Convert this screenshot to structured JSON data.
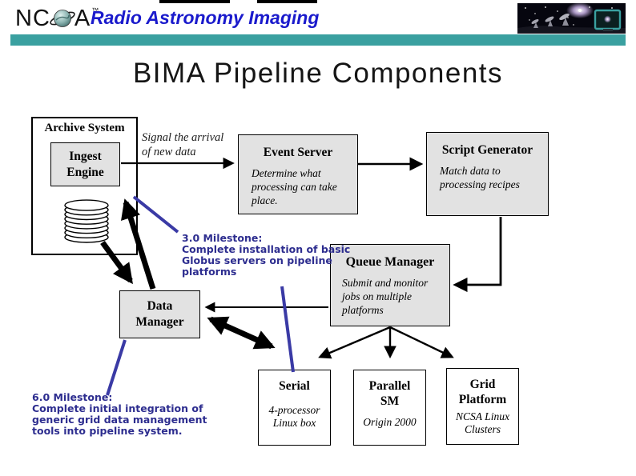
{
  "colors": {
    "header_blue": "#1A1ACC",
    "teal_bar": "#3AA0A0",
    "milestone_blue": "#2D2D8F",
    "callout_blue": "#3A3AA5",
    "box_gray": "#E2E2E2",
    "arrow_black": "#000000"
  },
  "header": {
    "brand_prefix": "NC",
    "brand_suffix": "A",
    "brand_tm": "™",
    "title": "Radio Astronomy Imaging"
  },
  "slide": {
    "title": "BIMA Pipeline Components"
  },
  "diagram": {
    "archive": {
      "label": "Archive System"
    },
    "ingest": {
      "line1": "Ingest",
      "line2": "Engine"
    },
    "signal_note": {
      "line1": "Signal the arrival",
      "line2": "of new data"
    },
    "event_server": {
      "title": "Event Server",
      "desc": "Determine what processing can take place."
    },
    "script_generator": {
      "title": "Script Generator",
      "desc": "Match data to processing recipes"
    },
    "queue_manager": {
      "title": "Queue Manager",
      "desc": "Submit and monitor jobs on multiple platforms"
    },
    "data_manager": {
      "line1": "Data",
      "line2": "Manager"
    },
    "milestone3": {
      "lines": [
        "3.0 Milestone:",
        "Complete installation of basic",
        "Globus servers on pipeline",
        "platforms"
      ]
    },
    "milestone6": {
      "lines": [
        "6.0 Milestone:",
        "Complete initial integration of",
        "generic grid data management",
        "tools into pipeline system."
      ]
    },
    "serial": {
      "title": "Serial",
      "desc_line1": "4-processor",
      "desc_line2": "Linux box"
    },
    "parallel_sm": {
      "title_line1": "Parallel",
      "title_line2": "SM",
      "desc": "Origin 2000"
    },
    "grid_platform": {
      "title_line1": "Grid",
      "title_line2": "Platform",
      "desc_line1": "NCSA Linux",
      "desc_line2": "Clusters"
    }
  },
  "icons": {
    "disk_stack": "disk-stack-icon",
    "globe": "globe-icon",
    "space_photo": "space-photo",
    "monitor": "monitor-icon",
    "telescopes": "telescope-icon"
  }
}
